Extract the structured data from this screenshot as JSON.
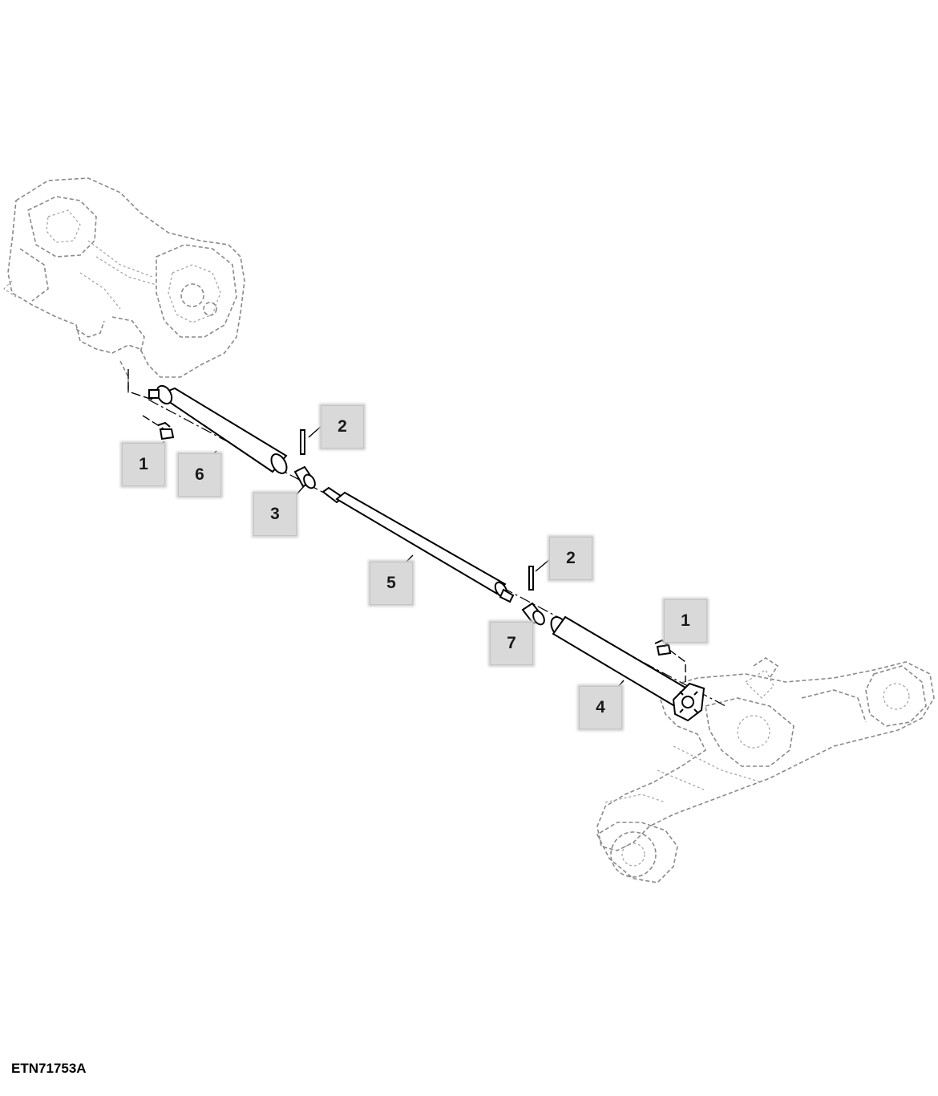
{
  "figure_id": "ETN71753A",
  "callouts": [
    {
      "id": "c1a",
      "label": "1"
    },
    {
      "id": "c6",
      "label": "6"
    },
    {
      "id": "c2a",
      "label": "2"
    },
    {
      "id": "c3",
      "label": "3"
    },
    {
      "id": "c5",
      "label": "5"
    },
    {
      "id": "c2b",
      "label": "2"
    },
    {
      "id": "c7",
      "label": "7"
    },
    {
      "id": "c1b",
      "label": "1"
    },
    {
      "id": "c4",
      "label": "4"
    }
  ],
  "colors": {
    "callout_fill": "#d9d9d9",
    "ghost_lines": "#8a8a8a",
    "part_lines": "#000000"
  }
}
